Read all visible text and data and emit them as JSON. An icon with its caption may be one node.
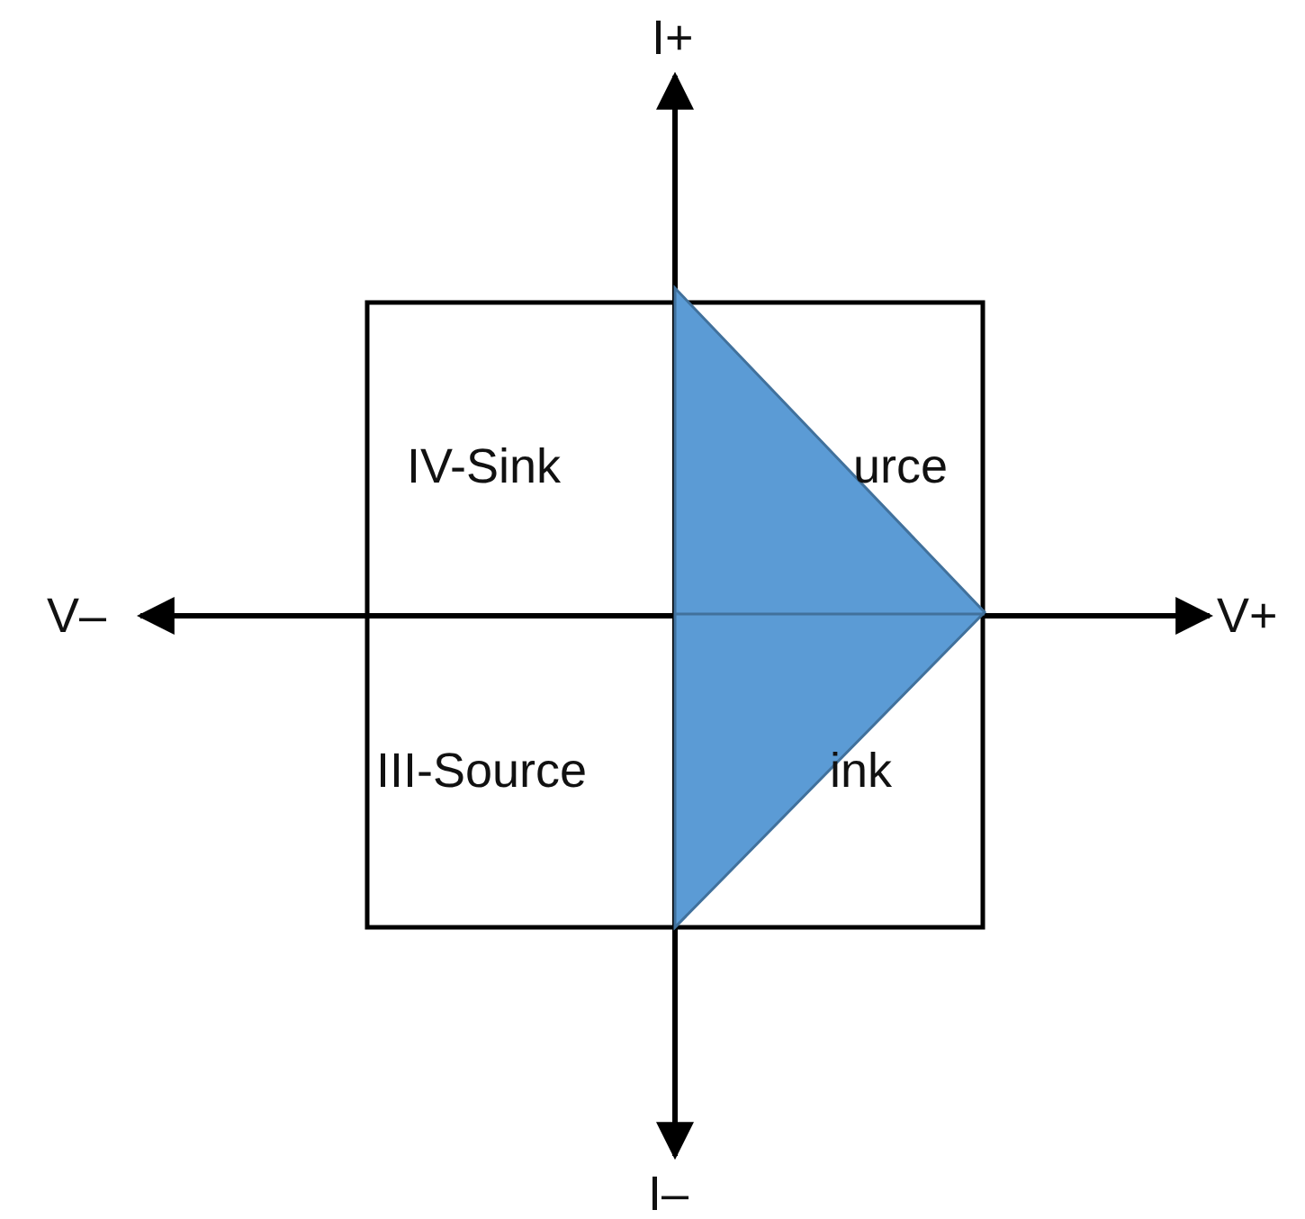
{
  "diagram": {
    "labels": [
      "I+",
      "IV-Sink",
      "urce",
      "V–",
      "V+",
      "III-Source",
      "ink",
      "I–"
    ]
  }
}
